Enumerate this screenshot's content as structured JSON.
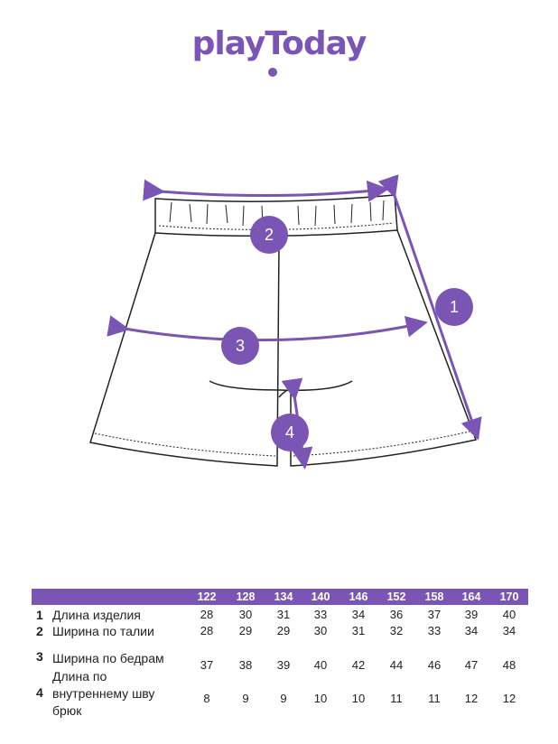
{
  "brand": "playToday",
  "badges": [
    "1",
    "2",
    "3",
    "4"
  ],
  "table": {
    "sizes": [
      "122",
      "128",
      "134",
      "140",
      "146",
      "152",
      "158",
      "164",
      "170"
    ],
    "rows": [
      {
        "num": "1",
        "label": [
          "Длина изделия"
        ],
        "values": [
          "28",
          "30",
          "31",
          "33",
          "34",
          "36",
          "37",
          "39",
          "40"
        ]
      },
      {
        "num": "2",
        "label": [
          "Ширина по талии"
        ],
        "values": [
          "28",
          "29",
          "29",
          "30",
          "31",
          "32",
          "33",
          "34",
          "34"
        ]
      },
      {
        "num": "3",
        "label": [
          "Ширина по бедрам"
        ],
        "values": [
          "37",
          "38",
          "39",
          "40",
          "42",
          "44",
          "46",
          "47",
          "48"
        ]
      },
      {
        "num": "4",
        "label": [
          "Длина по",
          "внутреннему шву",
          "брюк"
        ],
        "values": [
          "8",
          "9",
          "9",
          "10",
          "10",
          "11",
          "11",
          "12",
          "12"
        ]
      }
    ]
  },
  "colors": {
    "accent": "#7a55b3"
  }
}
